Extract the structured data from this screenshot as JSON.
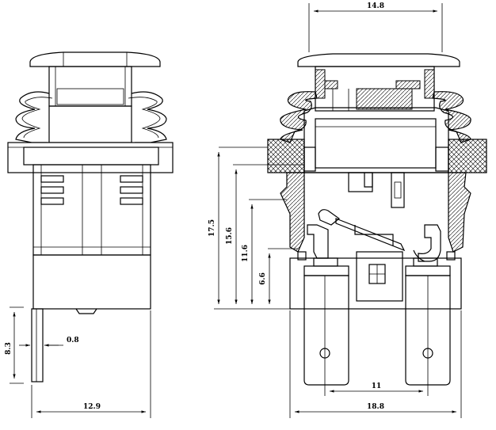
{
  "dimensions": {
    "top_width": "14.8",
    "height_total": "17.5",
    "height_a": "15.6",
    "height_b": "11.6",
    "height_c": "6.6",
    "terminal_length": "8.3",
    "terminal_thickness": "0.8",
    "side_width": "12.9",
    "terminal_pitch": "11",
    "front_width": "18.8"
  }
}
